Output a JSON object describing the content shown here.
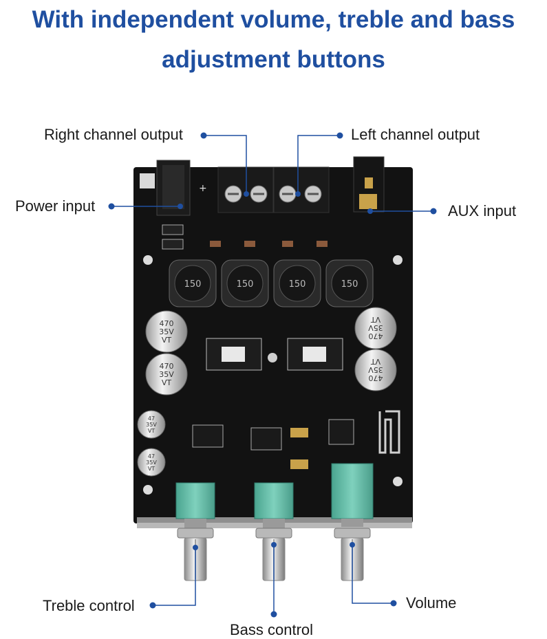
{
  "title": {
    "line1": "With independent volume, treble and bass",
    "line2": "adjustment buttons"
  },
  "callouts": {
    "right_channel_output": "Right channel output",
    "left_channel_output": "Left channel output",
    "power_input": "Power input",
    "aux_input": "AUX input",
    "treble_control": "Treble control",
    "bass_control": "Bass control",
    "volume": "Volume"
  },
  "board": {
    "inductor_marking": "150",
    "capacitor_marking": [
      "470",
      "35V",
      "VT"
    ],
    "small_capacitor_marking": [
      "47",
      "35V",
      "VT"
    ]
  },
  "colors": {
    "accent": "#1f4fa0",
    "pcb": "#111111",
    "potentiometer": "#5fb8a3",
    "leader_line": "#1f4fa0"
  }
}
